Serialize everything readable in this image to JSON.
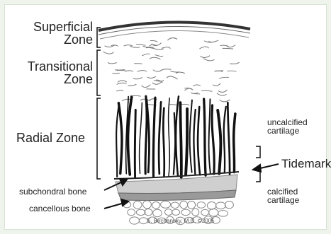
{
  "labels": {
    "superficial_zone": [
      "Superficial",
      "Zone"
    ],
    "transitional_zone": [
      "Transitional",
      "Zone"
    ],
    "radial_zone": "Radial Zone",
    "uncalcified_cartilage": [
      "uncalcified",
      "cartilage"
    ],
    "tidemark": "Tidemark",
    "calcified_cartilage": [
      "calcified",
      "cartilage"
    ],
    "subchondral_bone": "subchondral bone",
    "cancellous_bone": "cancellous bone"
  },
  "credit": "S. Birchansky, M.D. ©2005",
  "colors": {
    "background": "#eef4ec",
    "panel": "#ffffff",
    "ink": "#222222"
  }
}
